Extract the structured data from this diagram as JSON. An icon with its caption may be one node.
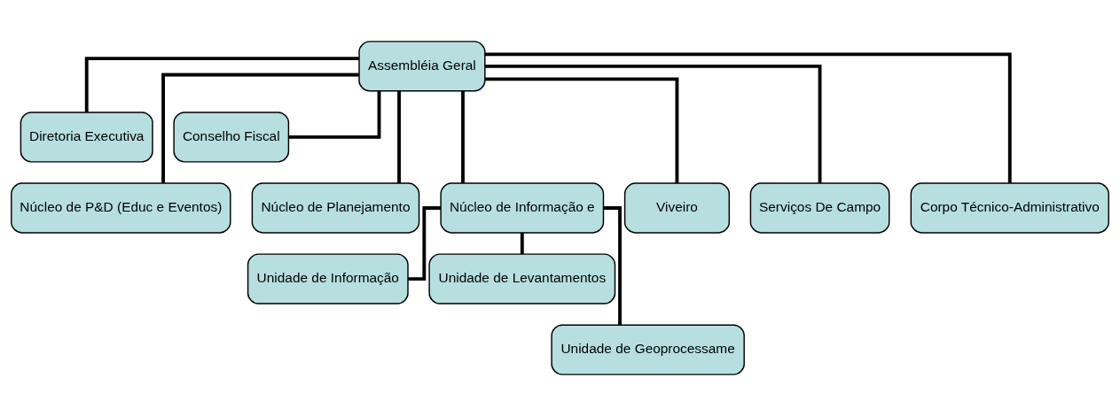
{
  "diagram": {
    "nodes": [
      {
        "text": [
          "Assembléia Geral"
        ]
      },
      {
        "text": [
          "Diretoria Executiva"
        ]
      },
      {
        "text": [
          "Conselho Fiscal"
        ]
      },
      {
        "text": [
          "Núcleo de P&D (Educ e Eventos)"
        ]
      },
      {
        "text": [
          "Núcleo de Planejamento"
        ]
      },
      {
        "text": [
          "Núcleo de Informação e"
        ]
      },
      {
        "text": [
          "Viveiro"
        ]
      },
      {
        "text": [
          "Serviços De Campo"
        ]
      },
      {
        "text": [
          "Corpo Técnico-Administrativo"
        ]
      },
      {
        "text": [
          "Unidade de Informação"
        ]
      },
      {
        "text": [
          "Unidade de Levantamentos"
        ]
      },
      {
        "text": [
          "Unidade de Geoprocessame"
        ]
      }
    ],
    "edges": [
      {
        "from": 0,
        "to": 1,
        "arrow": "none"
      },
      {
        "from": 0,
        "to": 2,
        "arrow": "none"
      },
      {
        "from": 0,
        "to": 3,
        "arrow": "none"
      },
      {
        "from": 0,
        "to": 4,
        "arrow": "none"
      },
      {
        "from": 0,
        "to": 5,
        "arrow": "none"
      },
      {
        "from": 0,
        "to": 6,
        "arrow": "none"
      },
      {
        "from": 0,
        "to": 7,
        "arrow": "none"
      },
      {
        "from": 0,
        "to": 8,
        "arrow": "none"
      },
      {
        "from": 5,
        "to": 9,
        "arrow": "none"
      },
      {
        "from": 5,
        "to": 10,
        "arrow": "none"
      },
      {
        "from": 5,
        "to": 11,
        "arrow": "none"
      }
    ]
  }
}
